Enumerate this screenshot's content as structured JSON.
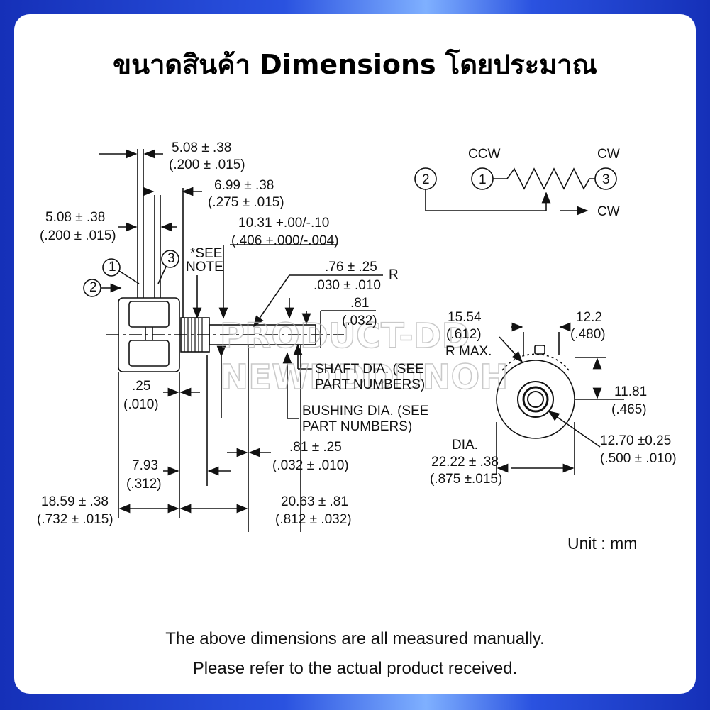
{
  "title": "ขนาดสินค้า Dimensions โดยประมาณ",
  "unit_label": "Unit : mm",
  "footer": {
    "line1": "The above dimensions are all measured manually.",
    "line2": "Please refer to the actual product received."
  },
  "watermark": {
    "line1": "PRODUCT-DD",
    "line2": "NEWDDDDNOH"
  },
  "schematic": {
    "pin2": "2",
    "pin1": "1",
    "pin3": "3",
    "ccw": "CCW",
    "cw_top": "CW",
    "cw_arrow": "CW"
  },
  "side_view": {
    "pin1": "1",
    "pin2": "2",
    "pin3": "3",
    "d_508_top_a": "5.08 ± .38",
    "d_508_top_b": "(.200 ± .015)",
    "d_699_a": "6.99 ± .38",
    "d_699_b": "(.275 ± .015)",
    "d_508_left_a": "5.08  ± .38",
    "d_508_left_b": "(.200 ± .015)",
    "d_1031_a": "10.31 +.00/-.10",
    "d_1031_b": "(.406 +.000/-.004)",
    "see_note_a": "*SEE",
    "see_note_b": "NOTE",
    "d_076_a": ".76 ± .25",
    "d_076_b": ".030 ± .010",
    "d_076_r": "R",
    "d_081s_a": ".81",
    "d_081s_b": "(.032)",
    "shaft_a": "SHAFT DIA. (SEE",
    "shaft_b": "PART NUMBERS)",
    "bushing_a": "BUSHING DIA. (SEE",
    "bushing_b": "PART NUMBERS)",
    "d_025_a": ".25",
    "d_025_b": "(.010)",
    "d_793_a": "7.93",
    "d_793_b": "(.312)",
    "d_081_a": ".81 ± .25",
    "d_081_b": "(.032 ± .010)",
    "d_1859_a": "18.59 ± .38",
    "d_1859_b": "(.732 ± .015)",
    "d_2063_a": "20.63 ± .81",
    "d_2063_b": "(.812 ± .032)"
  },
  "front_view": {
    "d_1554_a": "15.54",
    "d_1554_b": "(.612)",
    "d_1554_c": "R MAX.",
    "d_122_a": "12.2",
    "d_122_b": "(.480)",
    "d_1181_a": "11.81",
    "d_1181_b": "(.465)",
    "d_1270_a": "12.70 ±0.25",
    "d_1270_b": "(.500 ± .010)",
    "dia": "DIA.",
    "d_2222_a": "22.22 ± .38",
    "d_2222_b": "(.875 ±.015)"
  }
}
